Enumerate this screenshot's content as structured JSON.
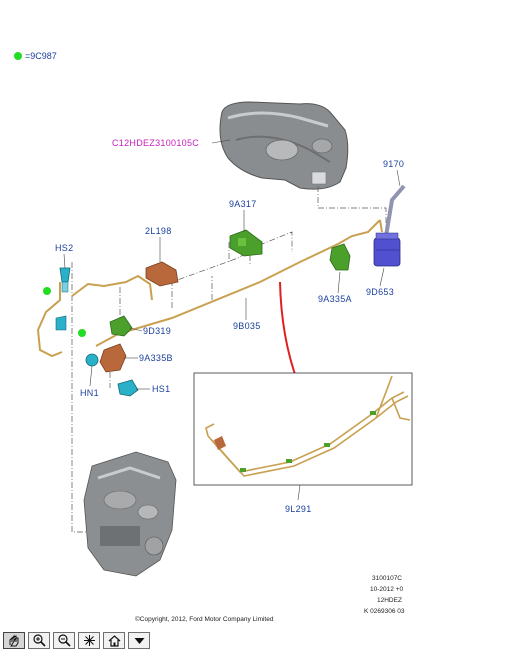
{
  "legend": {
    "text": "=9C987",
    "dot_color": "#22dd22"
  },
  "labels": {
    "tank_code": "C12HDEZ3100105C",
    "p9170": "9170",
    "p9A317": "9A317",
    "p2L198": "2L198",
    "pHS2": "HS2",
    "p9A335A": "9A335A",
    "p9D653": "9D653",
    "p9B035": "9B035",
    "p9D319": "9D319",
    "p9A335B": "9A335B",
    "pHN1": "HN1",
    "pHS1": "HS1",
    "p9L291": "9L291"
  },
  "footer": {
    "ref1": "3100107C",
    "ref2": "10-2012 +0",
    "ref3": "12HDEZ",
    "ref4": "K 0269306 03",
    "copyright": "©Copyright, 2012, Ford Motor Company Limited"
  },
  "toolbar": {
    "buttons": [
      "pan-hand-icon",
      "zoom-in-icon",
      "zoom-out-icon",
      "fit-extents-icon",
      "home-icon",
      "menu-down-icon"
    ]
  },
  "colors": {
    "label_blue": "#1b3f9c",
    "label_magenta": "#c81fc0",
    "line_tan": "#c8a050",
    "clip_green": "#4aa02a",
    "bracket_brown": "#b8683a",
    "part_cyan": "#2ab0c8",
    "canister_purple": "#5050d0",
    "arrow_red": "#e02020"
  }
}
